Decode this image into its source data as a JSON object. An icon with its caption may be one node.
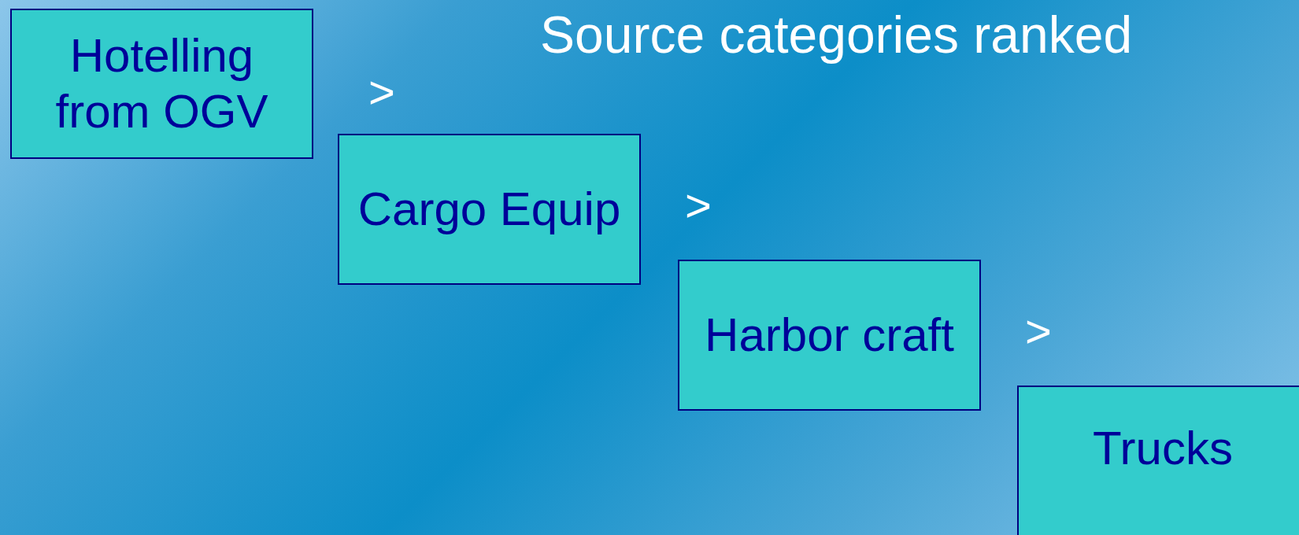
{
  "diagram": {
    "title": "Source categories ranked",
    "nodes": [
      {
        "text": [
          "Hotelling from OGV"
        ]
      },
      {
        "text": [
          "Cargo Equip"
        ]
      },
      {
        "text": [
          "Harbor craft"
        ]
      },
      {
        "text": [
          "Trucks"
        ]
      }
    ],
    "labels": [
      ">",
      ">",
      ">"
    ]
  }
}
